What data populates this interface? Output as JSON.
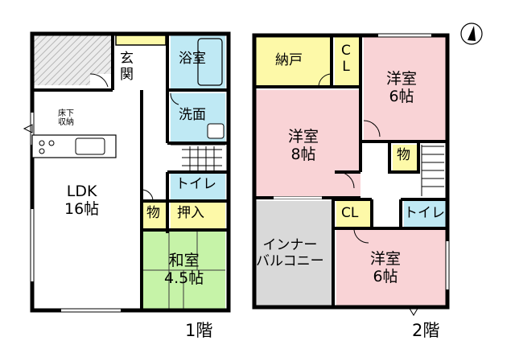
{
  "floor1": {
    "label": "1階",
    "rooms": {
      "genkan": "玄\n関",
      "bath": "浴室",
      "washroom": "洗面",
      "underfloor": "床下\n収納",
      "ldk": "LDK\n16帖",
      "toilet": "トイレ",
      "storage": "物",
      "oshiire": "押入",
      "washitsu": "和室\n4.5帖"
    }
  },
  "floor2": {
    "label": "2階",
    "rooms": {
      "nando": "納戸",
      "cl_top": "C\nL",
      "western_6_top": "洋室\n6帖",
      "western_8": "洋室\n8帖",
      "storage": "物",
      "inner_balcony": "インナー\nバルコニー",
      "cl_bottom": "CL",
      "toilet": "トイレ",
      "western_6_bottom": "洋室\n6帖"
    }
  },
  "colors": {
    "wall": "#000000",
    "western_room": "#f9d3d6",
    "japanese_room": "#c6f3a8",
    "wet_area": "#bfe9f4",
    "storage": "#fdf9a8",
    "balcony": "#d9d9d9",
    "porch_hatch": "#bdbdbd"
  },
  "compass": {
    "icon": "north-arrow-icon"
  }
}
